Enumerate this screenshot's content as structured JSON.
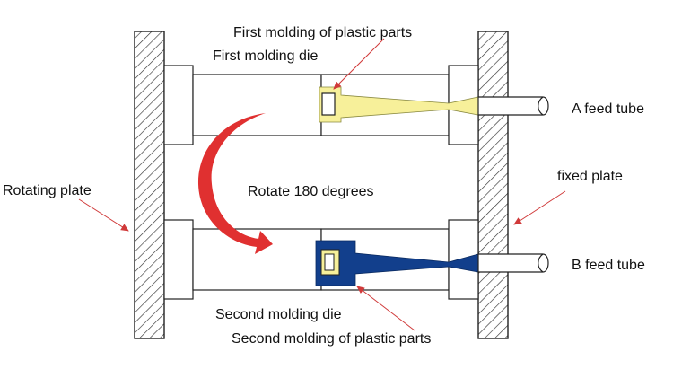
{
  "labels": {
    "first_part": "First molding of plastic parts",
    "first_die": "First molding die",
    "rotate": "Rotate 180 degrees",
    "rotating_plate": "Rotating plate",
    "fixed_plate": "fixed plate",
    "a_feed": "A feed tube",
    "b_feed": "B feed tube",
    "second_die": "Second molding die",
    "second_part": "Second molding of plastic parts"
  },
  "colors": {
    "first_material": "#f7f09a",
    "second_material": "#123f8c",
    "arrow": "#e03030",
    "leader": "#d03a3a",
    "outline": "#222222"
  }
}
